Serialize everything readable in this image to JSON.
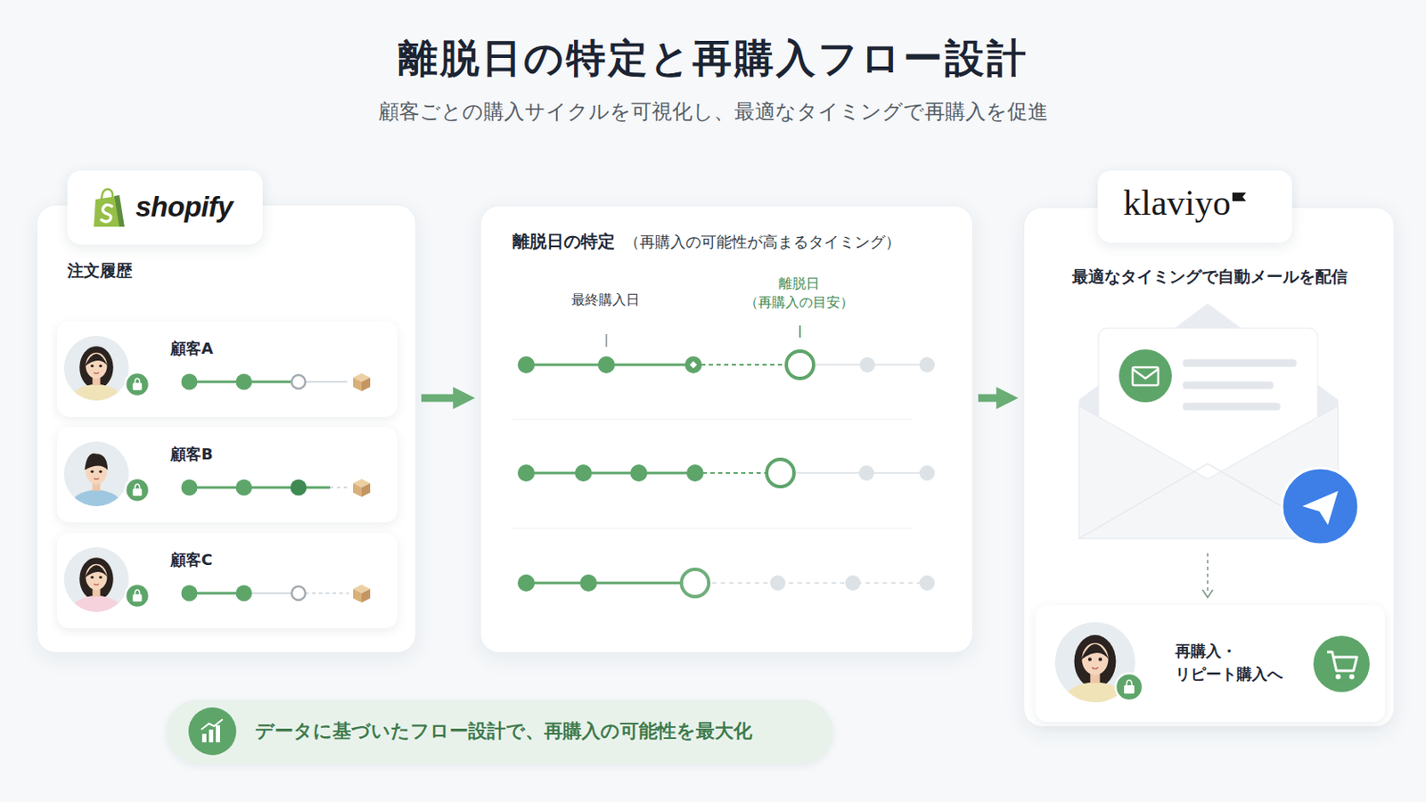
{
  "diagram": {
    "title": "離脱日の特定と再購入フロー設計",
    "caption": "顧客ごとの購入サイクルを可視化し、最適なタイミングで再購入を促進",
    "nodes": [
      {
        "text": [
          "注文履歴"
        ]
      },
      {
        "text": [
          "shopify"
        ],
        "in": 0
      },
      {
        "text": [
          "顧客A"
        ],
        "in": 0
      },
      {
        "text": [
          "顧客B"
        ],
        "in": 0
      },
      {
        "text": [
          "顧客C"
        ],
        "in": 0
      },
      {
        "text": [
          "離脱日の特定",
          "（再購入の可能性が高まるタイミング）"
        ]
      },
      {
        "text": [
          "最適なタイミングで自動メールを配信"
        ]
      },
      {
        "text": [
          "klaviyo"
        ],
        "in": 6
      },
      {
        "text": [
          "再購入・ リピート購入へ"
        ],
        "in": 6
      },
      {
        "text": [
          "データに基づいたフロー設計で、再購入の可能性を最大化"
        ]
      }
    ],
    "edges": [
      {
        "from": 0,
        "to": 5,
        "arrow": "to"
      },
      {
        "from": 5,
        "to": 6,
        "arrow": "to"
      }
    ],
    "labels": [
      "最終購入日",
      "離脱日 （再購入の目安）"
    ]
  }
}
